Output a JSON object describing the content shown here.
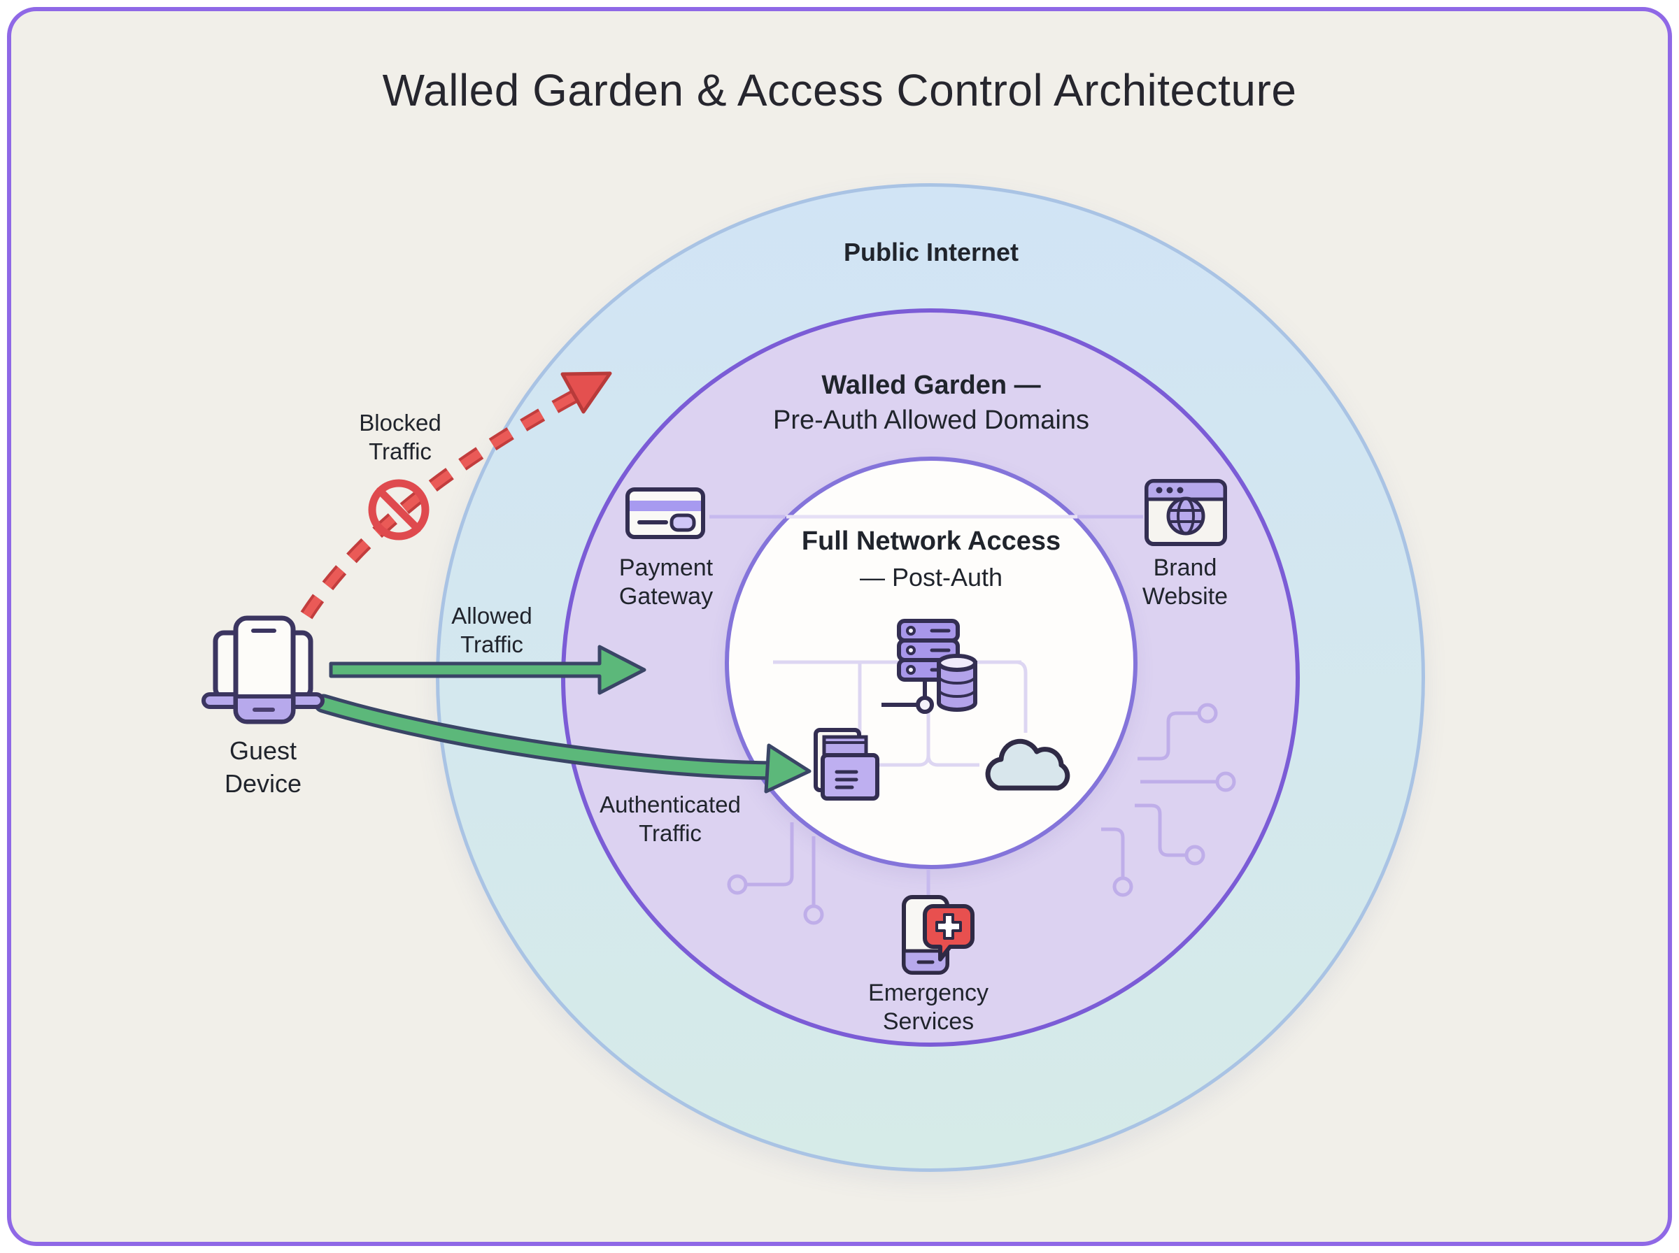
{
  "title": "Walled Garden & Access Control Architecture",
  "zones": {
    "public_internet": {
      "label": "Public Internet",
      "fill": "#d1e4f5",
      "stroke": "#a9c3e4"
    },
    "walled_garden": {
      "line1": "Walled Garden —",
      "line2": "Pre-Auth Allowed Domains",
      "fill": "#dcd2f1",
      "stroke": "#7b5cd6"
    },
    "full_network_access": {
      "line1": "Full Network Access",
      "line2": "— Post-Auth",
      "fill": "#fefdfb",
      "stroke": "#8474da"
    }
  },
  "nodes": {
    "guest_device": {
      "line1": "Guest",
      "line2": "Device",
      "icon": "phone-and-laptop-icon"
    },
    "payment_gateway": {
      "line1": "Payment",
      "line2": "Gateway",
      "icon": "credit-card-icon"
    },
    "brand_website": {
      "line1": "Brand",
      "line2": "Website",
      "icon": "browser-globe-icon"
    },
    "emergency_services": {
      "line1": "Emergency",
      "line2": "Services",
      "icon": "phone-medical-bubble-icon"
    },
    "core_network": {
      "icons": [
        "server-rack-icon",
        "database-icon",
        "folder-docs-icon",
        "cloud-icon"
      ]
    }
  },
  "flows": {
    "blocked_traffic": {
      "line1": "Blocked",
      "line2": "Traffic",
      "style": "red-dashed-arrow",
      "icon": "no-entry-icon",
      "color": "#e0514f"
    },
    "allowed_traffic": {
      "line1": "Allowed",
      "line2": "Traffic",
      "style": "green-solid-arrow",
      "color": "#5cb87a"
    },
    "authenticated_traffic": {
      "line1": "Authenticated",
      "line2": "Traffic",
      "style": "green-curved-arrow",
      "color": "#5cb87a"
    }
  },
  "colors": {
    "canvas_border": "#8f68e6",
    "canvas_bg": "#f1efe9",
    "text": "#20242c",
    "arrow_green": "#5cb87a",
    "arrow_outline": "#3a4566",
    "arrow_red": "#e0514f",
    "icon_purple": "#b7a9ec",
    "icon_outline": "#332e52",
    "trace_purple": "#bfaee9"
  }
}
